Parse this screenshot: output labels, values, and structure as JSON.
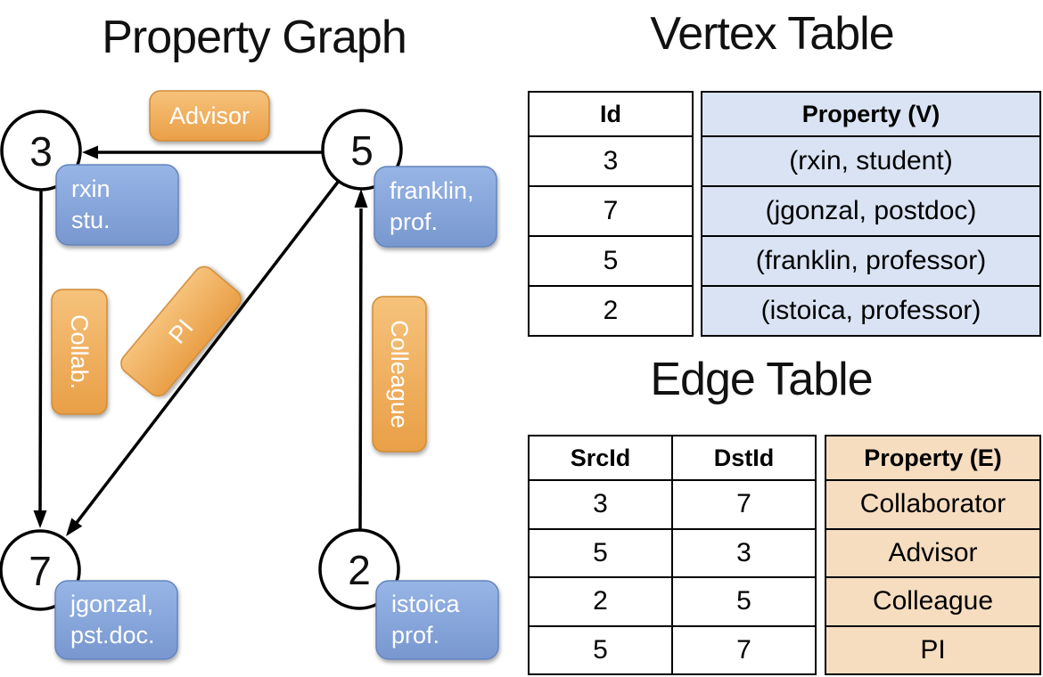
{
  "graph": {
    "title": "Property Graph",
    "nodes": [
      {
        "id": "3",
        "label_lines": [
          "rxin",
          "stu."
        ]
      },
      {
        "id": "5",
        "label_lines": [
          "franklin,",
          "prof."
        ]
      },
      {
        "id": "7",
        "label_lines": [
          "jgonzal,",
          "pst.doc."
        ]
      },
      {
        "id": "2",
        "label_lines": [
          "istoica",
          "prof."
        ]
      }
    ],
    "edges": [
      {
        "label": "Advisor",
        "from": "5",
        "to": "3"
      },
      {
        "label": "Collab.",
        "from": "3",
        "to": "7"
      },
      {
        "label": "PI",
        "from": "5",
        "to": "7"
      },
      {
        "label": "Colleague",
        "from": "2",
        "to": "5"
      }
    ]
  },
  "vertex_table": {
    "title": "Vertex Table",
    "columns": [
      "Id",
      "Property (V)"
    ],
    "rows": [
      [
        "3",
        "(rxin, student)"
      ],
      [
        "7",
        "(jgonzal, postdoc)"
      ],
      [
        "5",
        "(franklin, professor)"
      ],
      [
        "2",
        "(istoica, professor)"
      ]
    ]
  },
  "edge_table": {
    "title": "Edge Table",
    "columns": [
      "SrcId",
      "DstId",
      "Property (E)"
    ],
    "rows": [
      [
        "3",
        "7",
        "Collaborator"
      ],
      [
        "5",
        "3",
        "Advisor"
      ],
      [
        "2",
        "5",
        "Colleague"
      ],
      [
        "5",
        "7",
        "PI"
      ]
    ]
  },
  "colors": {
    "edge_label_fill_top": "#f6c27b",
    "edge_label_fill_bottom": "#e99f47",
    "edge_label_border": "#d18b36",
    "vertex_label_fill_top": "#97b5e5",
    "vertex_label_fill_bottom": "#7897cf",
    "vertex_label_border": "#6484bd",
    "vertex_table_property_bg": "#dae3f3",
    "edge_table_property_bg": "#f6ddc0",
    "line_color": "#000000",
    "background": "#ffffff"
  }
}
